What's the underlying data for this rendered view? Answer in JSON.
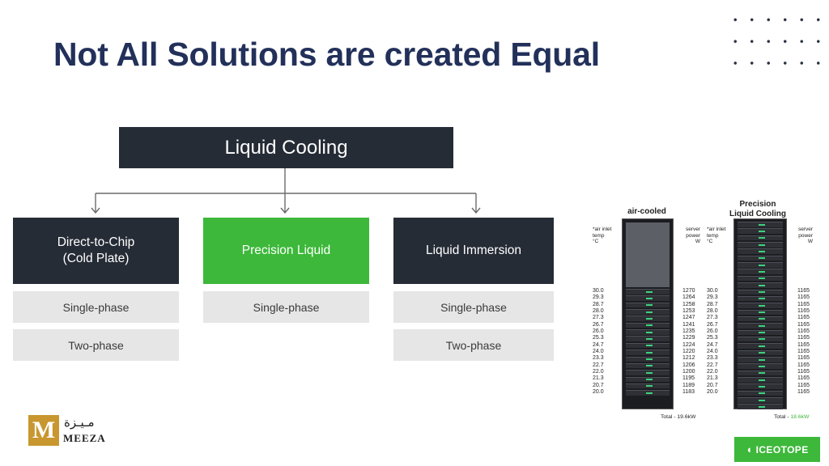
{
  "title": "Not All Solutions are created Equal",
  "diagram": {
    "root": "Liquid Cooling",
    "branches": [
      {
        "label_line1": "Direct-to-Chip",
        "label_line2": "(Cold Plate)",
        "subs": [
          "Single-phase",
          "Two-phase"
        ],
        "style": "dark"
      },
      {
        "label_line1": "Precision Liquid",
        "label_line2": "",
        "subs": [
          "Single-phase"
        ],
        "style": "green"
      },
      {
        "label_line1": "Liquid Immersion",
        "label_line2": "",
        "subs": [
          "Single-phase",
          "Two-phase"
        ],
        "style": "dark"
      }
    ]
  },
  "figure": {
    "air": {
      "title": "air-cooled",
      "left_header": [
        "*air inlet",
        "temp",
        "°C"
      ],
      "right_header": [
        "server",
        "power",
        "W"
      ],
      "temps": [
        "30.0",
        "29.3",
        "28.7",
        "28.0",
        "27.3",
        "26.7",
        "26.0",
        "25.3",
        "24.7",
        "24.0",
        "23.3",
        "22.7",
        "22.0",
        "21.3",
        "20.7",
        "20.0"
      ],
      "power": [
        "1270",
        "1264",
        "1258",
        "1253",
        "1247",
        "1241",
        "1235",
        "1229",
        "1224",
        "1220",
        "1212",
        "1206",
        "1200",
        "1195",
        "1189",
        "1183"
      ],
      "total_prefix": "Total - ",
      "total_value": "19.6kW"
    },
    "precision": {
      "title_line1": "Precision",
      "title_line2": "Liquid Cooling",
      "left_header": [
        "*air inlet",
        "temp",
        "°C"
      ],
      "right_header": [
        "server",
        "power",
        "W"
      ],
      "temps": [
        "30.0",
        "29.3",
        "28.7",
        "28.0",
        "27.3",
        "26.7",
        "26.0",
        "25.3",
        "24.7",
        "24.0",
        "23.3",
        "22.7",
        "22.0",
        "21.3",
        "20.7",
        "20.0"
      ],
      "power": [
        "1165",
        "1165",
        "1165",
        "1165",
        "1165",
        "1165",
        "1165",
        "1165",
        "1165",
        "1165",
        "1165",
        "1165",
        "1165",
        "1165",
        "1165",
        "1165"
      ],
      "total_prefix": "Total - ",
      "total_value": "18.6kW"
    }
  },
  "logos": {
    "meeza_letter": "M",
    "meeza_arabic": "مـيـزة",
    "meeza_text": "MEEZA",
    "iceotope_text": "ICEOTOPE"
  },
  "colors": {
    "title": "#22305a",
    "dark_box": "#262c36",
    "green": "#3db83a",
    "sub_box": "#e6e6e6",
    "meeza_gold": "#c8972f"
  }
}
